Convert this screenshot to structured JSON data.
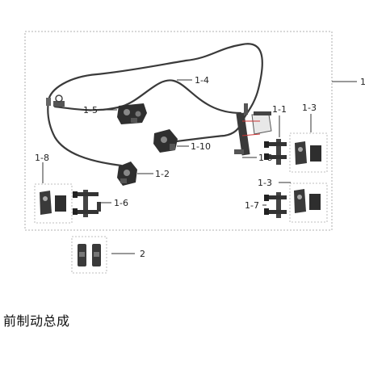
{
  "diagram": {
    "callouts": {
      "assembly": "1",
      "c1_1": "1-1",
      "c1_2": "1-2",
      "c1_3_top": "1-3",
      "c1_3_bottom": "1-3",
      "c1_4": "1-4",
      "c1_5": "1-5",
      "c1_6": "1-6",
      "c1_7": "1-7",
      "c1_8": "1-8",
      "c1_9": "1-9",
      "c1_10": "1-10",
      "pads_spare": "2"
    }
  },
  "caption": "前制动总成"
}
